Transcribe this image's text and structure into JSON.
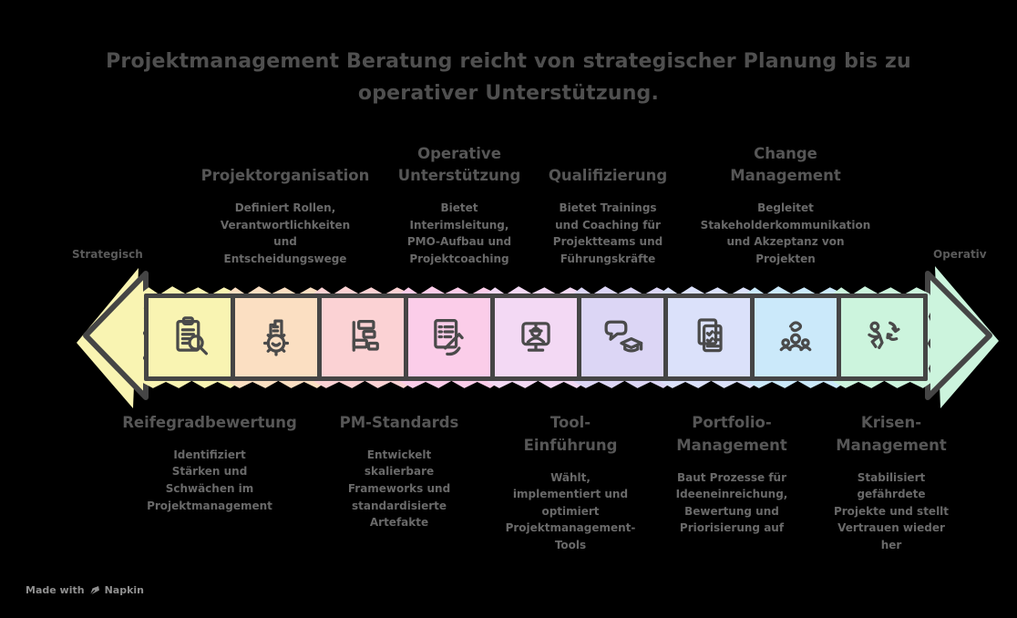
{
  "title": "Projektmanagement Beratung reicht von strategischer Planung bis zu\noperativer Unterstützung.",
  "axis": {
    "left": "Strategisch",
    "right": "Operativ"
  },
  "top_sections": [
    {
      "heading": "Projektorganisation",
      "description": "Definiert Rollen,\nVerantwortlichkeiten\nund\nEntscheidungswege"
    },
    {
      "heading": "Operative\nUnterstützung",
      "description": "Bietet\nInterimsleitung,\nPMO-Aufbau und\nProjektcoaching"
    },
    {
      "heading": "Qualifizierung",
      "description": "Bietet Trainings\nund Coaching für\nProjektteams und\nFührungskräfte"
    },
    {
      "heading": "Change\nManagement",
      "description": "Begleitet\nStakeholderkommunikation\nund Akzeptanz von\nProjekten"
    }
  ],
  "bottom_sections": [
    {
      "heading": "Reifegradbewertung",
      "description": "Identifiziert\nStärken und\nSchwächen im\nProjektmanagement"
    },
    {
      "heading": "PM-Standards",
      "description": "Entwickelt\nskalierbare\nFrameworks und\nstandardisierte\nArtefakte"
    },
    {
      "heading": "Tool-\nEinführung",
      "description": "Wählt,\nimplementiert und\noptimiert\nProjektmanagement-\nTools"
    },
    {
      "heading": "Portfolio-\nManagement",
      "description": "Baut Prozesse für\nIdeeneinreichung,\nBewertung und\nPriorisierung auf"
    },
    {
      "heading": "Krisen-\nManagement",
      "description": "Stabilisiert\ngefährdete\nProjekte und stellt\nVertrauen wieder\nher"
    }
  ],
  "segments": [
    {
      "name": "Reifegradbewertung",
      "icon": "clipboard-search-icon",
      "fill": "#f9f4b2"
    },
    {
      "name": "Projektorganisation",
      "icon": "gear-factory-icon",
      "fill": "#fbdfc2"
    },
    {
      "name": "PM-Standards",
      "icon": "wbs-blocks-icon",
      "fill": "#fbd2d4"
    },
    {
      "name": "Operative Unterstützung",
      "icon": "document-pen-icon",
      "fill": "#fbcde9"
    },
    {
      "name": "Tool-Einführung",
      "icon": "monitor-user-icon",
      "fill": "#f3d9f4"
    },
    {
      "name": "Qualifizierung",
      "icon": "chat-graduation-icon",
      "fill": "#dcd6f5"
    },
    {
      "name": "Portfolio-Management",
      "icon": "checklist-stack-icon",
      "fill": "#dbe1fa"
    },
    {
      "name": "Change Management",
      "icon": "team-icon",
      "fill": "#cbe9fa"
    },
    {
      "name": "Krisen-Management",
      "icon": "runner-flame-icon",
      "fill": "#ccf4dd"
    }
  ],
  "arrow": {
    "left_fill": "#f9f4b2",
    "right_fill": "#ccf4dd",
    "outline": "#454545"
  },
  "colors": {
    "background": "#000000",
    "title_text": "#4f4f4f",
    "heading_text": "#565656",
    "description_text": "#696969",
    "icon_stroke": "#4a4a4a",
    "footer_text": "#8f8f8f"
  },
  "footer": {
    "made_with": "Made with",
    "brand": "Napkin"
  }
}
